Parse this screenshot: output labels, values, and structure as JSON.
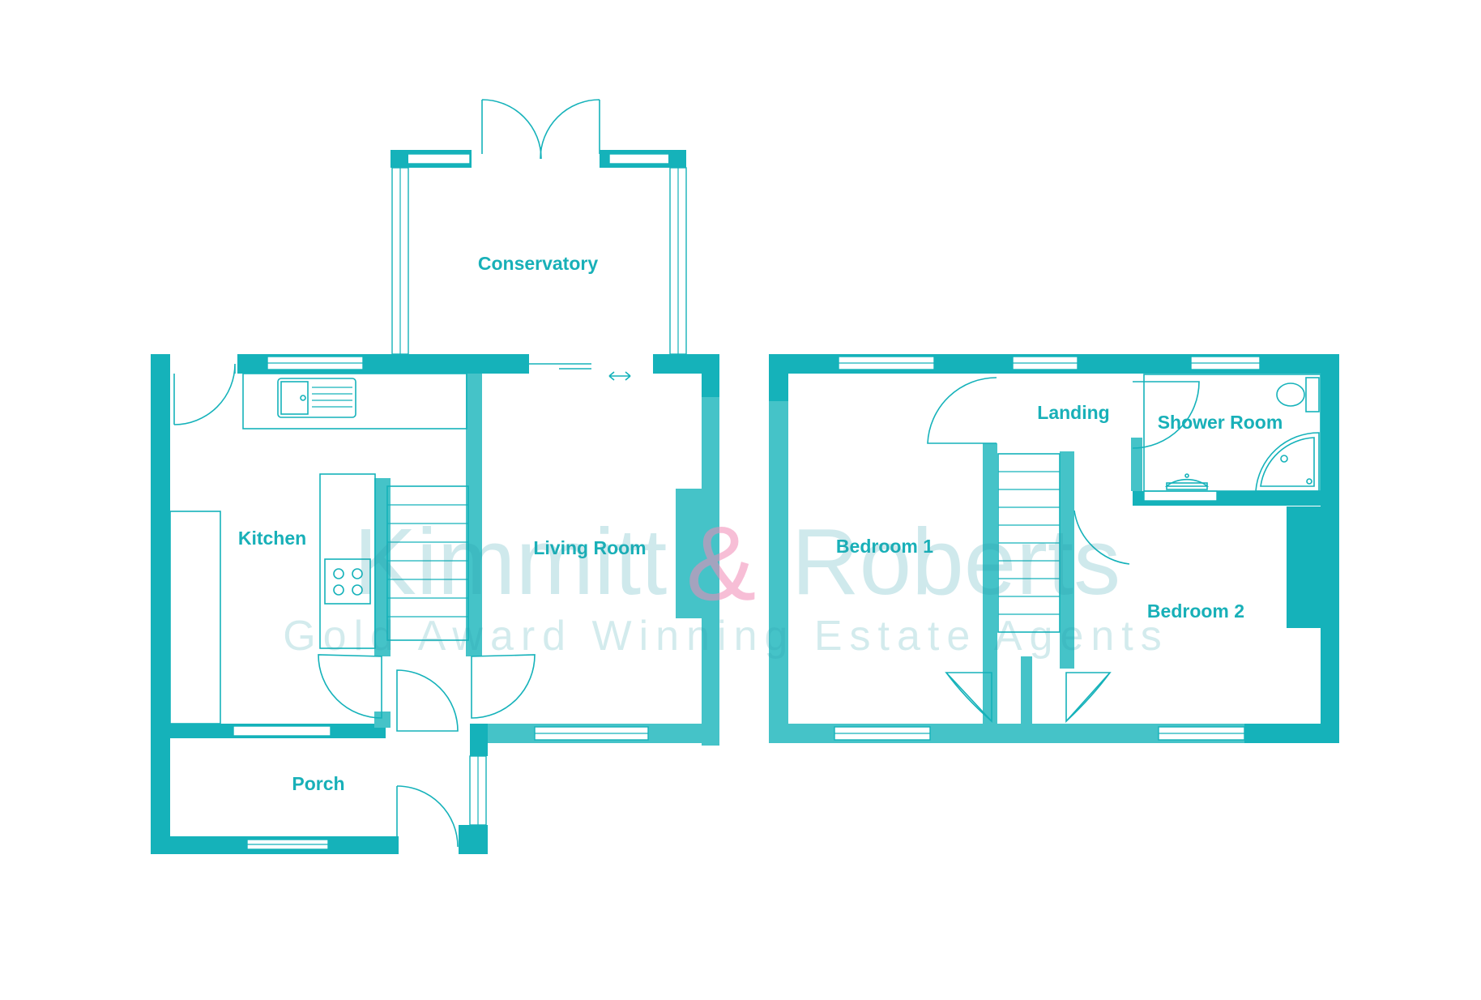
{
  "rooms": {
    "conservatory": "Conservatory",
    "kitchen": "Kitchen",
    "living_room": "Living Room",
    "porch": "Porch",
    "bedroom_1": "Bedroom 1",
    "landing": "Landing",
    "shower_room": "Shower Room",
    "bedroom_2": "Bedroom 2"
  },
  "watermark": {
    "name_left": "Kimmitt",
    "ampersand": "&",
    "name_right": "Roberts",
    "tagline": "Gold Award Winning Estate Agents"
  },
  "colors": {
    "wall": "#15b2ba",
    "watermark_text": "#2a9fab",
    "watermark_ampersand": "#f28ab6"
  }
}
